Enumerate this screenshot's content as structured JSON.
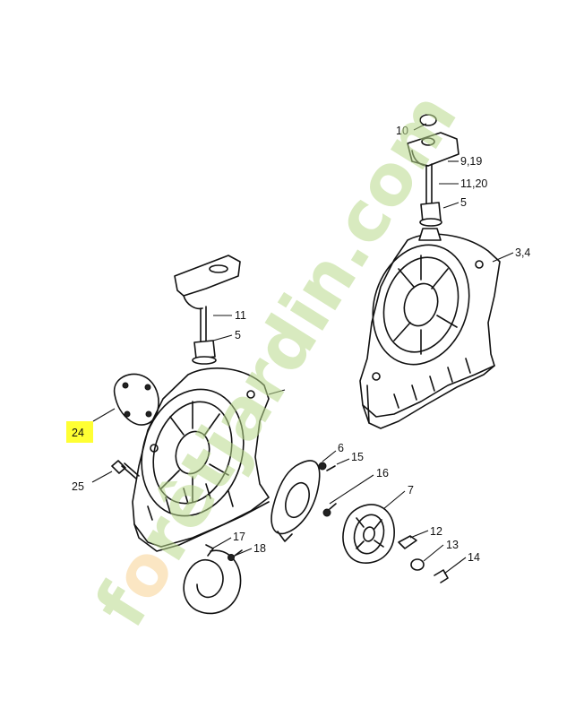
{
  "callouts": [
    {
      "id": "10",
      "text": "10"
    },
    {
      "id": "9_19",
      "text": "9,19"
    },
    {
      "id": "11_20",
      "text": "11,20"
    },
    {
      "id": "5_top",
      "text": "5"
    },
    {
      "id": "3_4",
      "text": "3,4"
    },
    {
      "id": "11",
      "text": "11"
    },
    {
      "id": "5",
      "text": "5"
    },
    {
      "id": "24",
      "text": "24",
      "highlighted": true
    },
    {
      "id": "25",
      "text": "25"
    },
    {
      "id": "6",
      "text": "6"
    },
    {
      "id": "15",
      "text": "15"
    },
    {
      "id": "16",
      "text": "16"
    },
    {
      "id": "7",
      "text": "7"
    },
    {
      "id": "17",
      "text": "17"
    },
    {
      "id": "18",
      "text": "18"
    },
    {
      "id": "12",
      "text": "12"
    },
    {
      "id": "13",
      "text": "13"
    },
    {
      "id": "14",
      "text": "14"
    }
  ],
  "watermark": {
    "part1": "f",
    "part2": "rêtjardin.com"
  },
  "colors": {
    "highlight": "#ffff33",
    "watermark_green": "#b9d98c",
    "watermark_orange": "#f2b24a",
    "line": "#111111"
  }
}
